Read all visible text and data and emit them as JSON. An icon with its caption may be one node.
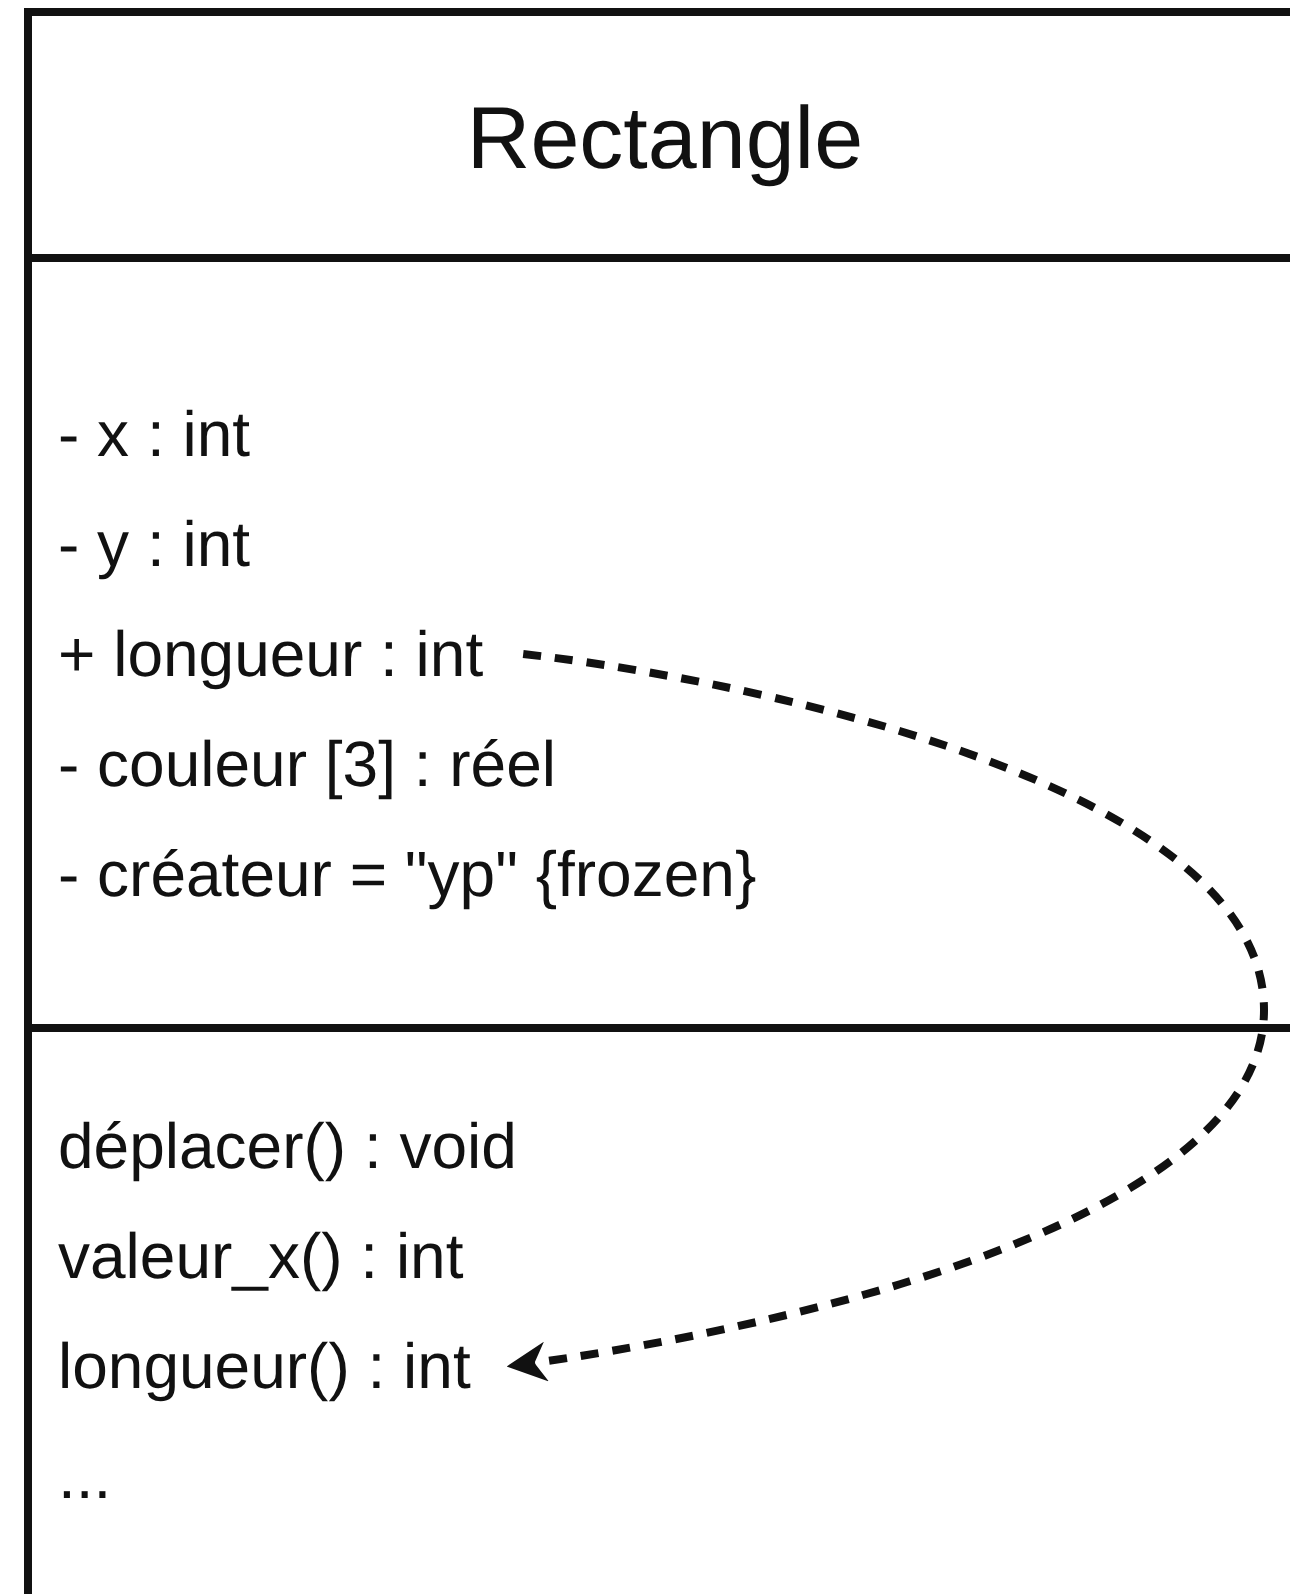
{
  "diagram": {
    "nodes": [
      {
        "text": [
          "Rectangle"
        ]
      },
      {
        "text": [
          "+ longueur : int"
        ],
        "in": 0
      },
      {
        "text": [
          "longueur() : int"
        ],
        "in": 0
      }
    ],
    "edges": [
      {
        "from": 1,
        "to": 2,
        "arrow": "to",
        "style": "dashed"
      }
    ],
    "labels": [
      "- x : int",
      "- y : int",
      "- couleur [3] : réel",
      "- créateur = \"yp\" {frozen}",
      "déplacer() : void",
      "valeur_x() : int",
      "..."
    ]
  }
}
